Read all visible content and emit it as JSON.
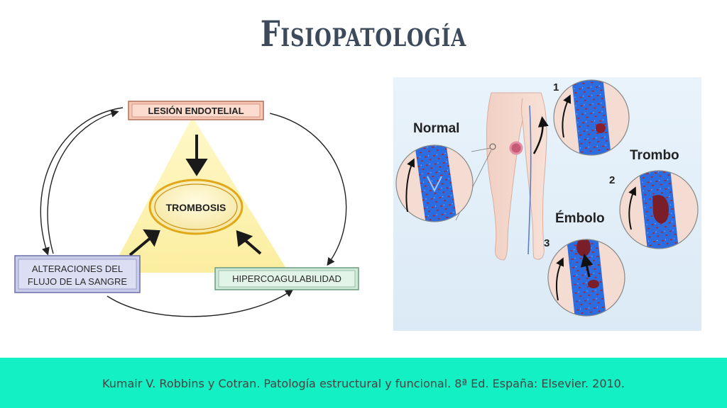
{
  "slide": {
    "title": "Fisiopatología"
  },
  "triad": {
    "top_label": "LESIÓN ENDOTELIAL",
    "center_label": "TROMBOSIS",
    "left_label_line1": "ALTERACIONES DEL",
    "left_label_line2": "FLUJO DE LA SANGRE",
    "right_label": "HIPERCOAGULABILIDAD"
  },
  "illustration": {
    "normal_label": "Normal",
    "trombo_label": "Trombo",
    "embolo_label": "Émbolo",
    "step1": "1",
    "step2": "2",
    "step3": "3"
  },
  "footer": {
    "citation": "Kumair V. Robbins y Cotran. Patología estructural y funcional. 8ª Ed. España: Elsevier. 2010."
  },
  "colors": {
    "footer_bg": "#12f0c4",
    "title": "#3d4a5c",
    "triangle": "#fdf3b0",
    "vessel": "#1f5fd6"
  }
}
